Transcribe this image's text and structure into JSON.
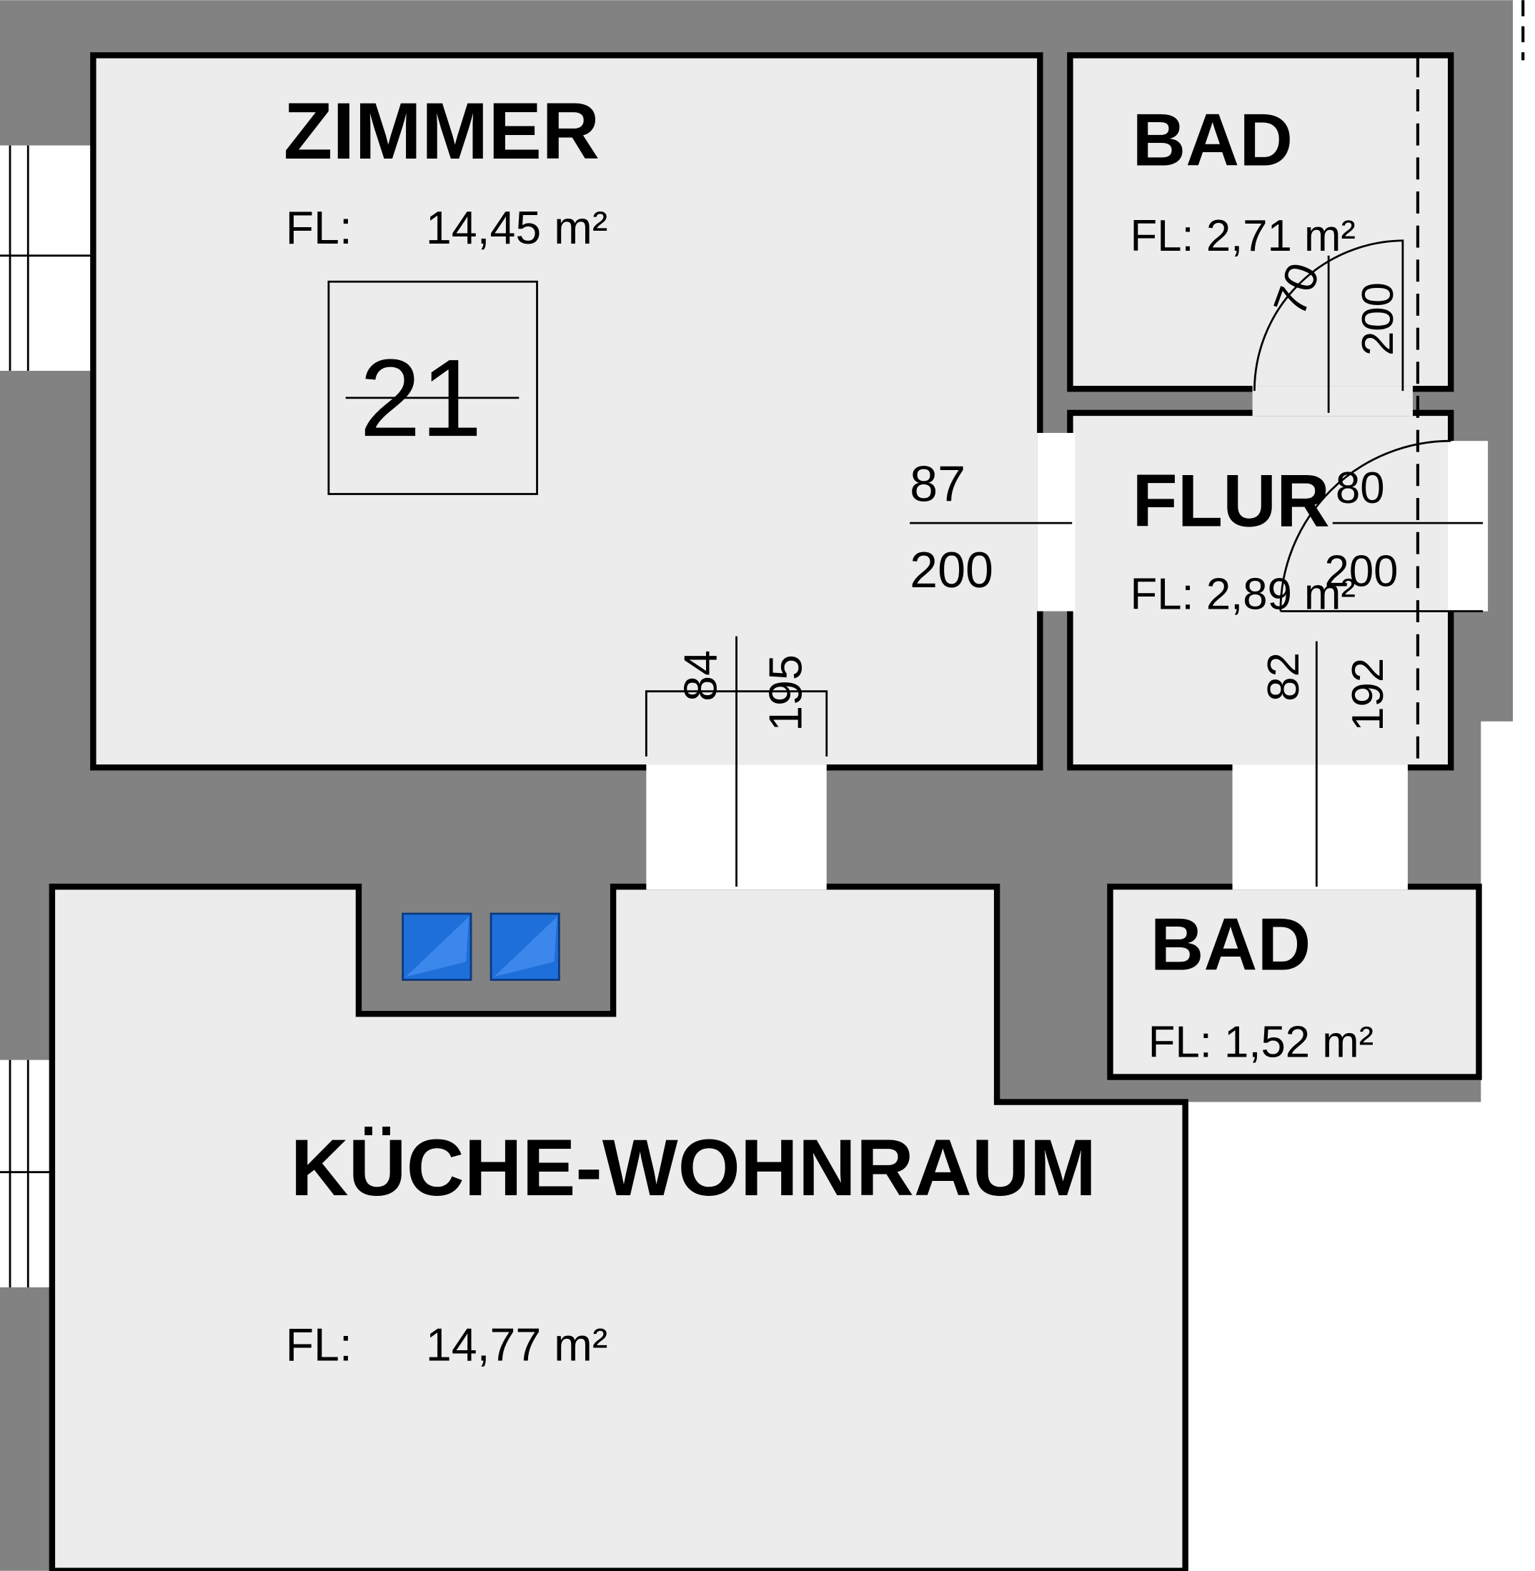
{
  "rooms": {
    "zimmer": {
      "name": "ZIMMER",
      "area_label": "FL:",
      "area": "14,45 m²"
    },
    "bad_top": {
      "name": "BAD",
      "area": "FL: 2,71 m²"
    },
    "flur": {
      "name": "FLUR",
      "area": "FL: 2,89 m²"
    },
    "bad_bottom": {
      "name": "BAD",
      "area": "FL: 1,52 m²"
    },
    "kueche": {
      "name": "KÜCHE-WOHNRAUM",
      "area_label": "FL:",
      "area": "14,77 m²"
    }
  },
  "unit_number": "21",
  "doors": {
    "zimmer_flur": {
      "width": "87",
      "height": "200"
    },
    "zimmer_kueche": {
      "width": "84",
      "height": "195"
    },
    "bad_top": {
      "width": "70",
      "height": "200"
    },
    "flur_entry": {
      "width": "80",
      "height": "200"
    },
    "bad_bottom": {
      "width": "82",
      "height": "192"
    }
  },
  "colors": {
    "wall": "#828282",
    "floor": "#ececec",
    "vent": "#1e6fd9"
  }
}
